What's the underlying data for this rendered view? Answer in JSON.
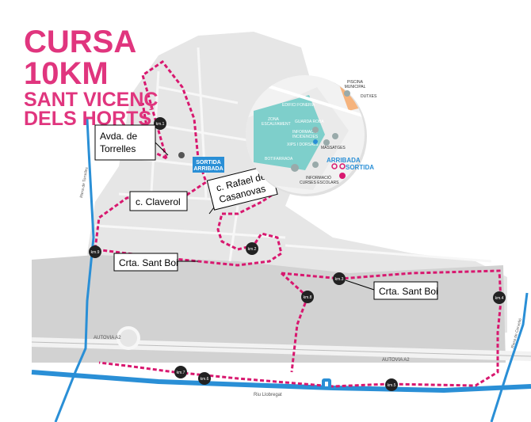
{
  "title": {
    "line1": "CURSA",
    "line2": "10KM",
    "line3": "SANT VICENÇ",
    "line4": "DELS HORTS"
  },
  "callouts": {
    "torrelles_1": "Avda. de",
    "torrelles_2": "Torrelles",
    "claverol": "c. Claverol",
    "rafael_1": "c. Rafael de",
    "rafael_2": "Casanovas",
    "santboi_left": "Crta. Sant Boi",
    "santboi_right": "Crta. Sant Boi"
  },
  "km_markers": {
    "km1": "km.1",
    "km2": "km.2",
    "km3": "km.3",
    "km4": "km.4",
    "km5": "km.5",
    "km6": "km.6",
    "km7": "km.7",
    "km8": "km.8",
    "km9": "km.9"
  },
  "start_finish": {
    "line1": "SORTIDA",
    "line2": "ARRIBADA"
  },
  "roads": {
    "autovia_left": "AUTOVIA A2",
    "autovia_right": "AUTOVIA A2",
    "riu": "Riu Llobregat",
    "riera_left": "Riera de Torrelles",
    "riera_right": "Riera de Cervelló"
  },
  "inset": {
    "piscina_1": "PISCINA",
    "piscina_2": "MUNICIPAL",
    "dutxes": "DUTXES",
    "fonería": "EDIFICI FONERIA",
    "zona_1": "ZONA",
    "zona_2": "ESCALFAMENT",
    "guarda": "GUARDA ROBA",
    "info_1": "INFORMACIÓ",
    "info_2": "INCIDENCIES",
    "xips": "XIPS I DORSALS",
    "massatges": "MASSATGES",
    "botifarrada": "BOTIFARRADA",
    "info_curses_1": "INFORMACIÓ",
    "info_curses_2": "CURSES ESCOLARS",
    "arribada": "ARRIBADA",
    "sortida": "SORTIDA"
  },
  "colors": {
    "brand": "#e0357e",
    "route": "#d8186f",
    "water": "#2a8fd6",
    "teal": "#7ecfcb",
    "orange": "#f5b37d",
    "grey": "#d9d9d9"
  }
}
